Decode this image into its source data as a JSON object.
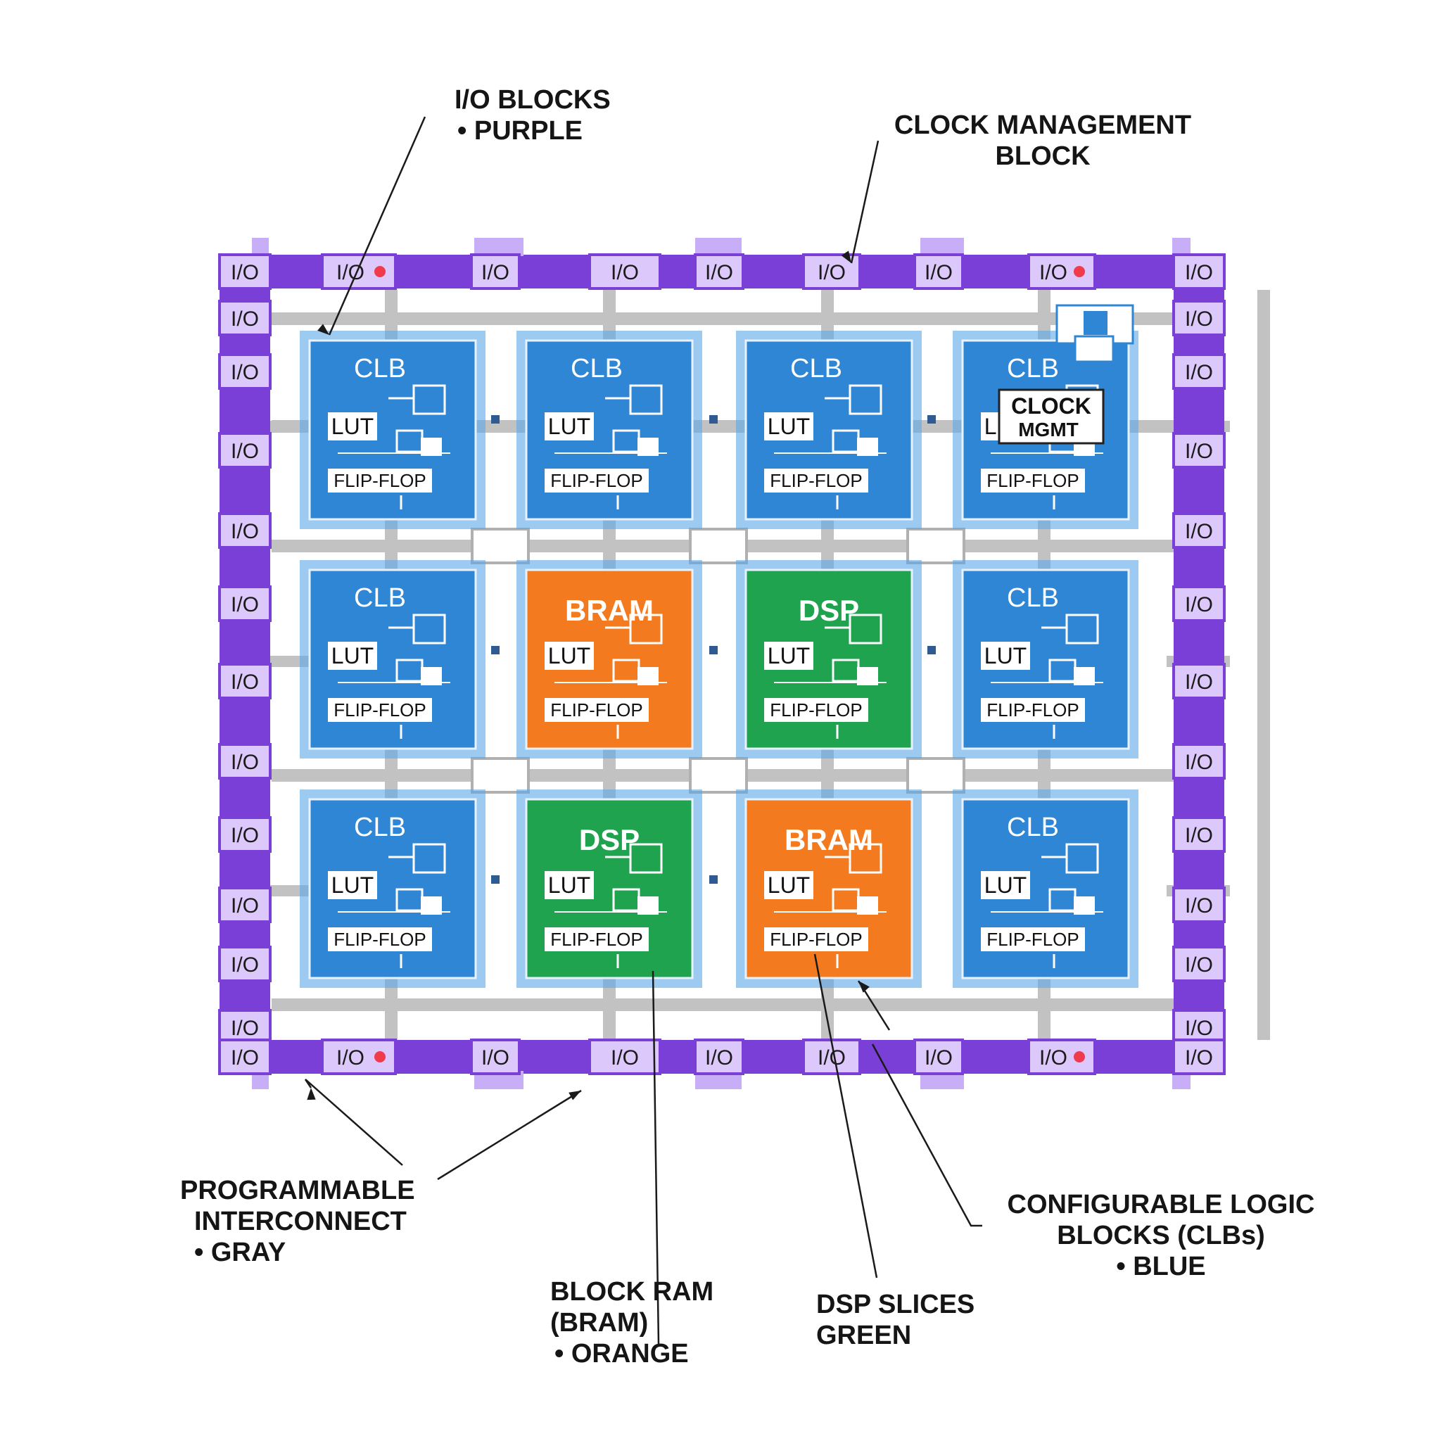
{
  "colors": {
    "io": "#7a3fd6",
    "io_light": "#dcc8fa",
    "clb": "#2f86d4",
    "bram": "#f37a1f",
    "dsp": "#1fa34e",
    "interconnect": "#c2c2c2",
    "label_bg": "#ffffff",
    "led": "#ef3b4c"
  },
  "io_label": "I/O",
  "blocks": [
    {
      "kind": "clb",
      "title": "CLB",
      "lut_label": "LUT",
      "ff_label": "FLIP-FLOP"
    },
    {
      "kind": "clb",
      "title": "CLB",
      "lut_label": "LUT",
      "ff_label": "FLIP-FLOP"
    },
    {
      "kind": "clb",
      "title": "CLB",
      "lut_label": "LUT",
      "ff_label": "FLIP-FLOP"
    },
    {
      "kind": "clb",
      "title": "CLB",
      "lut_label": "LUT",
      "ff_label": "FLIP-FLOP",
      "badge": [
        "CLOCK",
        "MGMT"
      ]
    },
    {
      "kind": "clb",
      "title": "CLB",
      "lut_label": "LUT",
      "ff_label": "FLIP-FLOP"
    },
    {
      "kind": "bram",
      "title": "BRAM",
      "lut_label": "LUT",
      "ff_label": "FLIP-FLOP"
    },
    {
      "kind": "dsp",
      "title": "DSP",
      "lut_label": "LUT",
      "ff_label": "FLIP-FLOP"
    },
    {
      "kind": "clb",
      "title": "CLB",
      "lut_label": "LUT",
      "ff_label": "FLIP-FLOP"
    },
    {
      "kind": "clb",
      "title": "CLB",
      "lut_label": "LUT",
      "ff_label": "FLIP-FLOP"
    },
    {
      "kind": "dsp",
      "title": "DSP",
      "lut_label": "LUT",
      "ff_label": "FLIP-FLOP"
    },
    {
      "kind": "bram",
      "title": "BRAM",
      "lut_label": "LUT",
      "ff_label": "FLIP-FLOP"
    },
    {
      "kind": "clb",
      "title": "CLB",
      "lut_label": "LUT",
      "ff_label": "FLIP-FLOP"
    }
  ],
  "callouts": {
    "io_blocks": {
      "line1": "I/O BLOCKS",
      "line2": "• PURPLE"
    },
    "clock_mgmt": {
      "line1": "CLOCK MANAGEMENT",
      "line2": "BLOCK"
    },
    "interconnect": {
      "line1": "PROGRAMMABLE",
      "line2": "INTERCONNECT",
      "line3": "• GRAY"
    },
    "bram": {
      "line1": "BLOCK RAM",
      "line2": "(BRAM)",
      "line3": "• ORANGE"
    },
    "dsp": {
      "line1": "DSP SLICES",
      "line2": "GREEN"
    },
    "clb": {
      "line1": "CONFIGURABLE LOGIC",
      "line2": "BLOCKS (CLBs)",
      "line3": "• BLUE"
    }
  }
}
